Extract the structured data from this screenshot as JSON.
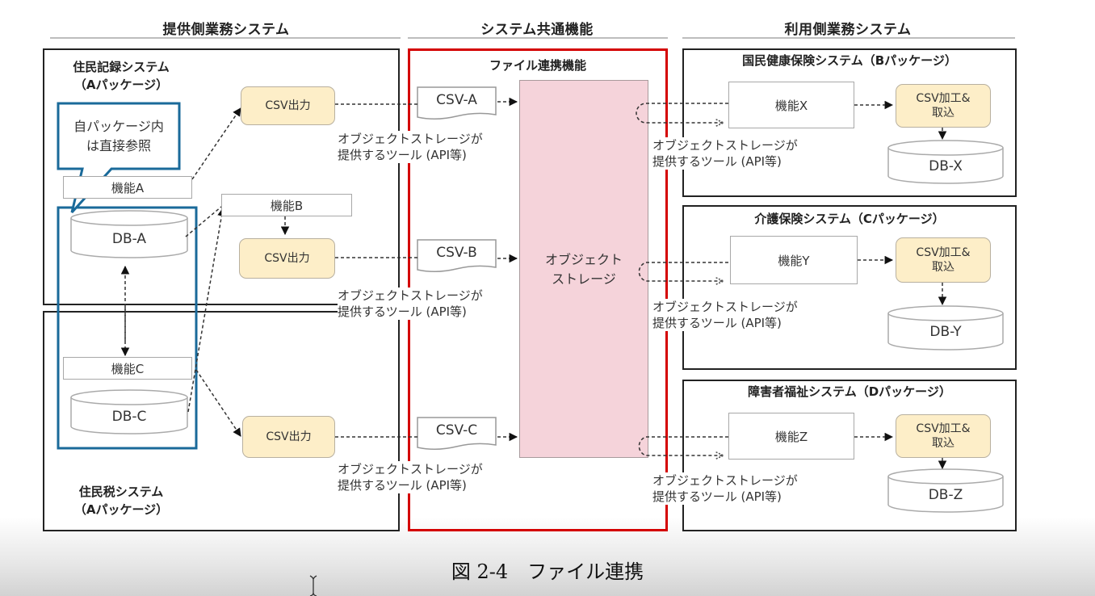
{
  "columns": {
    "provider": "提供側業務システム",
    "common": "システム共通機能",
    "consumer": "利用側業務システム"
  },
  "provider": {
    "resident_record": {
      "name": "住民記録システム",
      "package": "（Aパッケージ）"
    },
    "resident_tax": {
      "name": "住民税システム",
      "package": "（Aパッケージ）"
    },
    "callout": {
      "line1": "自パッケージ内",
      "line2": "は直接参照"
    },
    "functions": {
      "a": "機能A",
      "b": "機能B",
      "c": "機能C"
    },
    "databases": {
      "a": "DB-A",
      "c": "DB-C"
    },
    "csv_output": [
      "CSV出力",
      "CSV出力",
      "CSV出力"
    ]
  },
  "common": {
    "title": "ファイル連携機能",
    "files": [
      "CSV-A",
      "CSV-B",
      "CSV-C"
    ],
    "storage": {
      "line1": "オブジェクト",
      "line2": "ストレージ"
    }
  },
  "tool_note": {
    "line1": "オブジェクトストレージが",
    "line2": "提供するツール (API等)"
  },
  "consumer": {
    "systems": [
      {
        "title": "国民健康保険システム（Bパッケージ）",
        "function": "機能X",
        "import": {
          "line1": "CSV加工&",
          "line2": "取込"
        },
        "db": "DB-X"
      },
      {
        "title": "介護保険システム（Cパッケージ）",
        "function": "機能Y",
        "import": {
          "line1": "CSV加工&",
          "line2": "取込"
        },
        "db": "DB-Y"
      },
      {
        "title": "障害者福祉システム（Dパッケージ）",
        "function": "機能Z",
        "import": {
          "line1": "CSV加工&",
          "line2": "取込"
        },
        "db": "DB-Z"
      }
    ]
  },
  "caption": "図 2-4　ファイル連携",
  "colors": {
    "highlight_red": "#d40000",
    "callout_blue": "#1a6a9a",
    "csv_fill": "#fdeec8",
    "storage_fill": "#f5d3da"
  }
}
